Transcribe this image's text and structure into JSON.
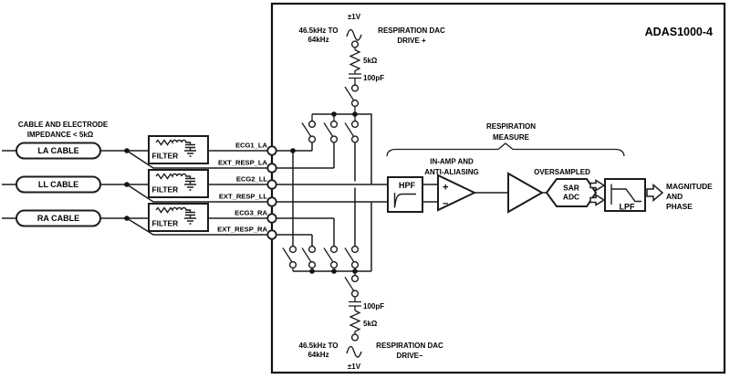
{
  "chip": {
    "name": "ADAS1000-4"
  },
  "external": {
    "impedance_note_line1": "CABLE AND ELECTRODE",
    "impedance_note_line2": "IMPEDANCE < 5kΩ",
    "filter_label": "FILTER",
    "cables": [
      {
        "label": "LA CABLE"
      },
      {
        "label": "LL CABLE"
      },
      {
        "label": "RA CABLE"
      }
    ]
  },
  "pins": [
    "ECG1_LA",
    "EXT_RESP_LA",
    "ECG2_LL",
    "EXT_RESP_LL",
    "ECG3_RA",
    "EXT_RESP_RA"
  ],
  "dac_top": {
    "voltage": "±1V",
    "freq_line1": "46.5kHz TO",
    "freq_line2": "64kHz",
    "name_line1": "RESPIRATION DAC",
    "name_line2": "DRIVE +",
    "resistor": "5kΩ",
    "capacitor": "100pF"
  },
  "dac_bottom": {
    "voltage": "±1V",
    "freq_line1": "46.5kHz TO",
    "freq_line2": "64kHz",
    "name_line1": "RESPIRATION DAC",
    "name_line2": "DRIVE–",
    "resistor": "5kΩ",
    "capacitor": "100pF"
  },
  "measure": {
    "title_line1": "RESPIRATION",
    "title_line2": "MEASURE",
    "inamp_line1": "IN-AMP AND",
    "inamp_line2": "ANTI-ALIASING",
    "oversampled": "OVERSAMPLED",
    "hpf": "HPF",
    "plus": "+",
    "minus": "−",
    "adc_line1": "SAR",
    "adc_line2": "ADC",
    "lpf": "LPF",
    "output_line1": "MAGNITUDE",
    "output_line2": "AND",
    "output_line3": "PHASE"
  }
}
